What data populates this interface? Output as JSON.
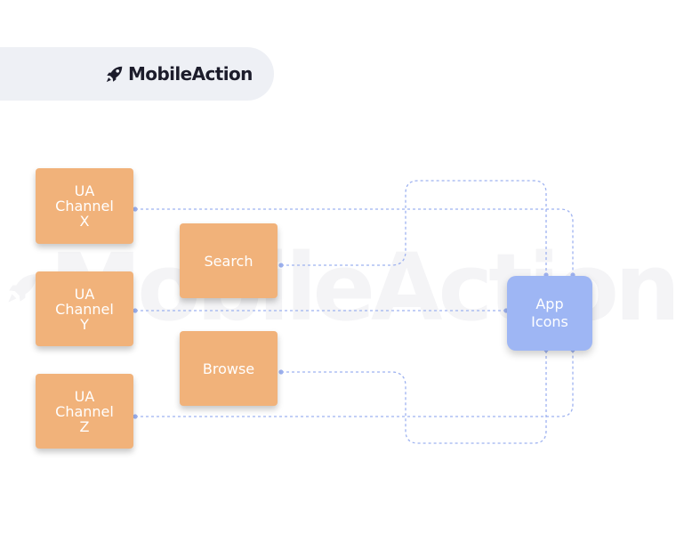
{
  "brand": {
    "name": "MobileAction",
    "watermark": "MobileAction"
  },
  "nodes": {
    "ua_x": [
      "UA",
      "Channel",
      "X"
    ],
    "ua_y": [
      "UA",
      "Channel",
      "Y"
    ],
    "ua_z": [
      "UA",
      "Channel",
      "Z"
    ],
    "search": "Search",
    "browse": "Browse",
    "app_icons": [
      "App",
      "Icons"
    ]
  },
  "colors": {
    "source_node": "#f1b27a",
    "target_node": "#9eb6f4",
    "connector": "#9eb2f0",
    "brand_text": "#1c1c2b",
    "brand_bar": "#eef0f5"
  }
}
